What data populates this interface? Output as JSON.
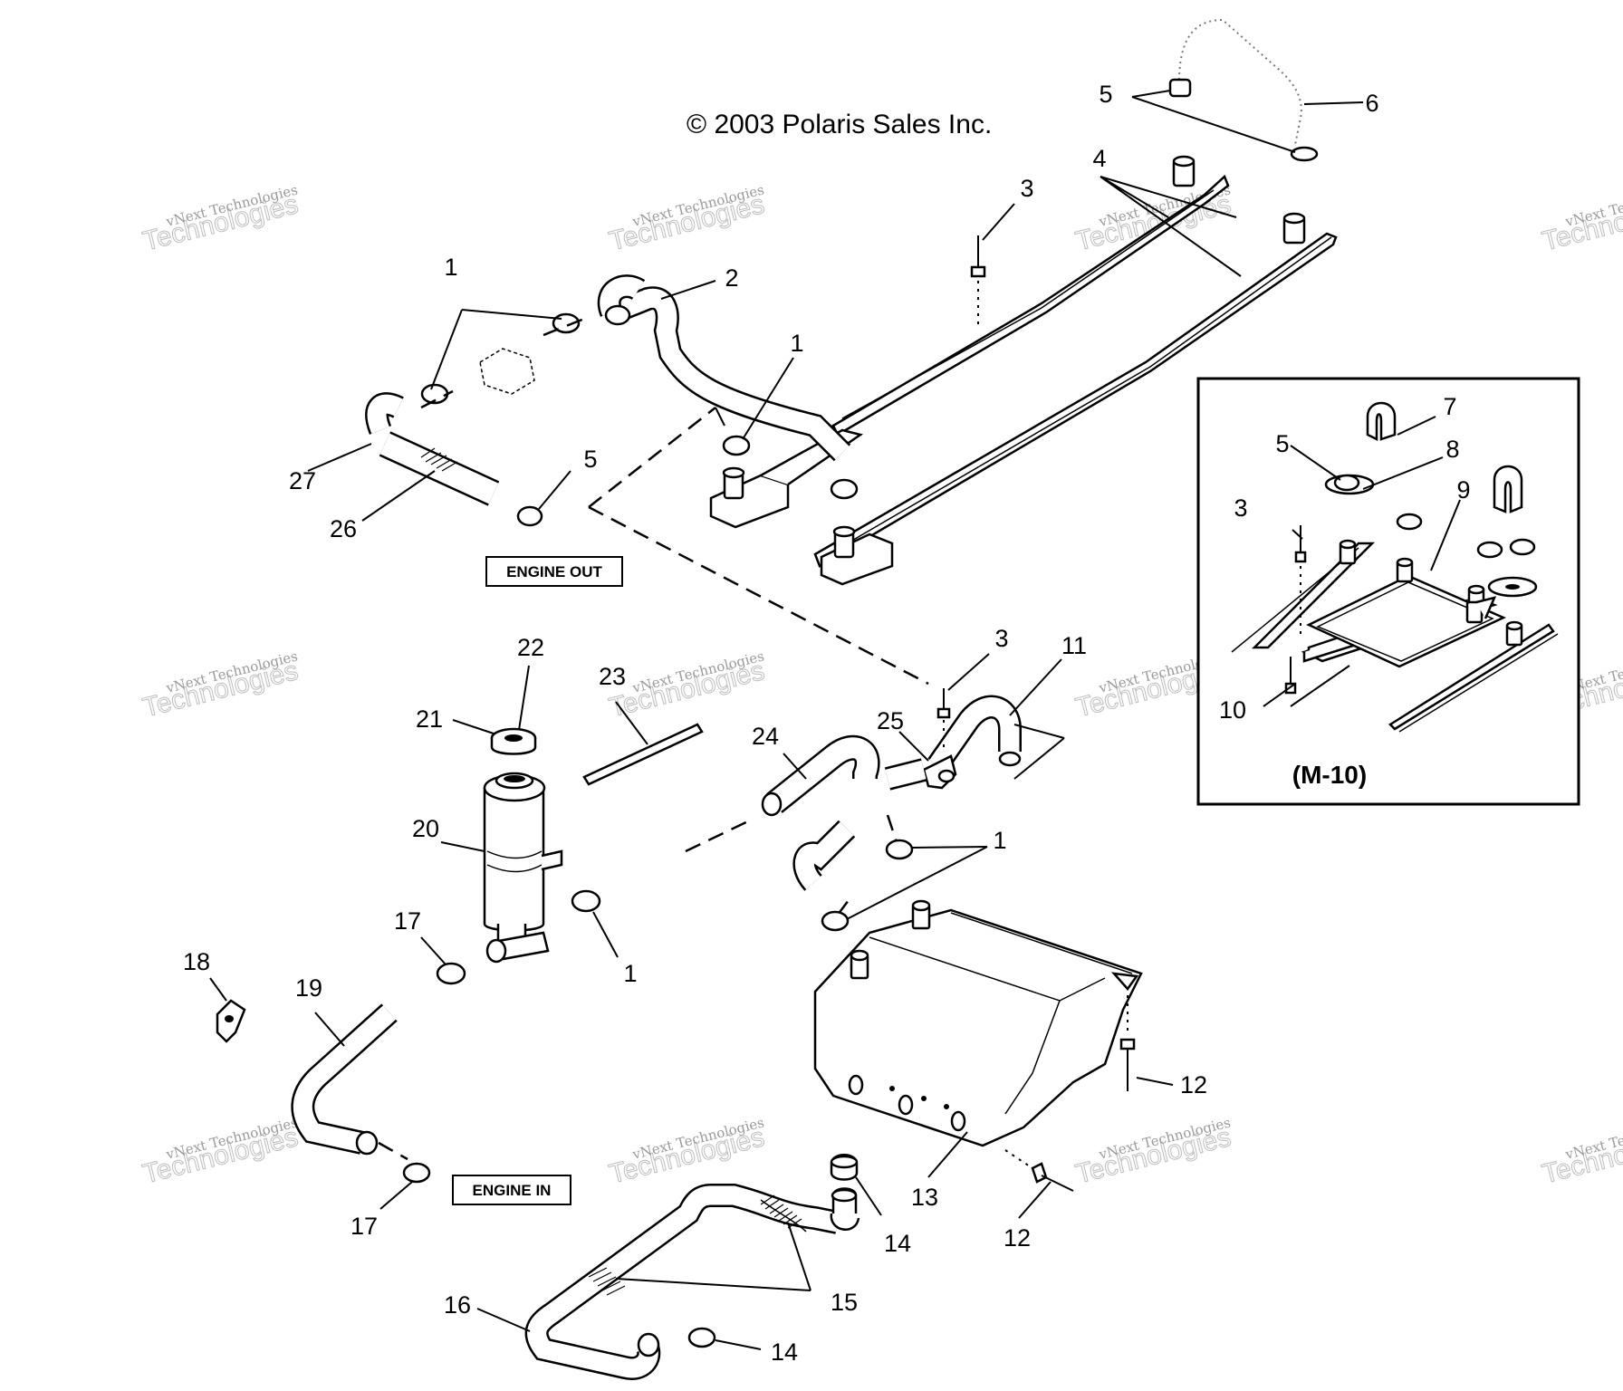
{
  "copyright": "© 2003 Polaris Sales Inc.",
  "watermark": {
    "line1": "vNext Technologies",
    "line2": "Technologies"
  },
  "tags": {
    "engine_out": "ENGINE OUT",
    "engine_in": "ENGINE IN"
  },
  "inset": {
    "title": "(M-10)"
  },
  "callouts": [
    "1",
    "2",
    "3",
    "4",
    "5",
    "6",
    "7",
    "8",
    "9",
    "10",
    "11",
    "12",
    "13",
    "14",
    "15",
    "16",
    "17",
    "18",
    "19",
    "20",
    "21",
    "22",
    "23",
    "24",
    "25",
    "26",
    "27"
  ],
  "labels": {
    "c1a": "1",
    "c2": "2",
    "c3a": "3",
    "c4": "4",
    "c5a": "5",
    "c6": "6",
    "c1b": "1",
    "c5b": "5",
    "c26": "26",
    "c27": "27",
    "c7": "7",
    "c5c": "5",
    "c8": "8",
    "c3c": "3",
    "c9": "9",
    "c10": "10",
    "c22": "22",
    "c23": "23",
    "c21": "21",
    "c24": "24",
    "c25": "25",
    "c3b": "3",
    "c11": "11",
    "c20": "20",
    "c1c": "1",
    "c17a": "17",
    "c1d": "1",
    "c18": "18",
    "c19": "19",
    "c12a": "12",
    "c13": "13",
    "c12b": "12",
    "c17b": "17",
    "c14a": "14",
    "c15": "15",
    "c16": "16",
    "c14b": "14"
  }
}
